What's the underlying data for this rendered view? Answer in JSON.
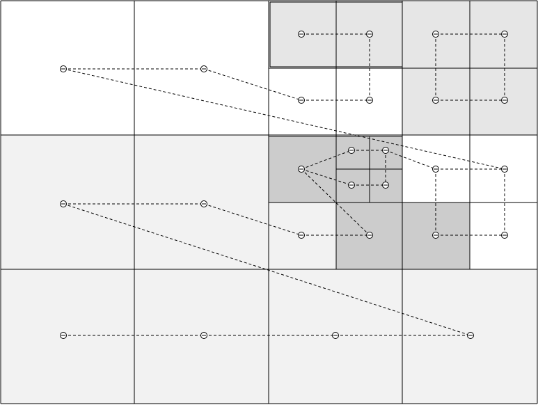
{
  "colors": {
    "background": "#ffffff",
    "light_fill": "#f2f2f2",
    "medium_fill": "#e6e6e6",
    "dark_fill": "#cccccc",
    "line": "#000000"
  },
  "diagram": {
    "description_visible_text": "",
    "grid": {
      "columns": 4,
      "rows": 3
    },
    "quadtree_levels": [
      1,
      2,
      3
    ],
    "path_style": "dashed",
    "node_shape": "circle"
  }
}
